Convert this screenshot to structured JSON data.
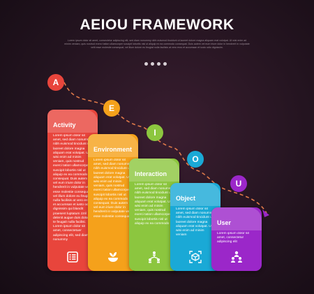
{
  "title": "AEIOU FRAMEWORK",
  "subtitle": "Lorem ipsum dolor sit amet, consectetur adipiscing elit, sed diam nonummy nibh euismod tincidunt ut laoreet dolore magna aliquam erat volutpat. Ut wisi enim ad minim veniam, quis nostrud exerci tation ullamcorper suscipit lobortis nisl ut aliquip ex ea commodo consequat. Duis autem vel eum iriure dolor in hendrerit in vulputate velit esse molestie consequat, vel illum dolore eu feugiat nulla facilisis at vero eros et accumsan et iusto odio dignissim.",
  "steps": [
    {
      "letter": "A",
      "title": "Activity",
      "color": "#e8453c",
      "icon": "list-icon",
      "body": "Lorem ipsum dolor sit amet, sed diam nonummy nibh euismod tincidunt ut laoreet dolore magna aliquam erat volutpat. Ut wisi enim ad minim veniam, quis nostrud exerci tation ullamcorper suscipit lobortis nisl ut aliquip ex ea commodo consequat. Duis autem vel eum iriure dolor in hendrerit in vulputate velit esse molestie consequat, vel illum dolore eu feugiat nulla facilisis at vero eros et accumsan et iusto odio dignissim qui blandit praesent luptatum zzril delenit augue duis dolore te feugait nulla facilisi. Lorem ipsum dolor sit amet, consectetuer adipiscing elit, sed diam nonummy"
    },
    {
      "letter": "E",
      "title": "Environment",
      "color": "#f5a11b",
      "icon": "plant-bowl-icon",
      "body": "Lorem ipsum dolor sit amet, sed diam nonummy nibh euismod tincidunt ut laoreet dolore magna aliquam erat volutpat. Ut wisi enim ad minim veniam, quis nostrud exerci tation ullamcorper suscipit lobortis nisl ut aliquip ex ea commodo consequat. Duis autem vel eum iriure dolor in hendrerit in vulputate velit esse molestie consequat"
    },
    {
      "letter": "I",
      "title": "Interaction",
      "color": "#8cc63f",
      "icon": "network-people-icon",
      "body": "Lorem ipsum dolor sit amet, sed diam nonummy nibh euismod tincidunt ut laoreet dolore magna aliquam erat volutpat. Ut wisi enim ad minim veniam, quis nostrud exerci tation ullamcorper suscipit lobortis nisl ut aliquip ex ea commodo"
    },
    {
      "letter": "O",
      "title": "Object",
      "color": "#1aa9d6",
      "icon": "cube-scan-icon",
      "body": "Lorem ipsum dolor sit amet, sed diam nonummy nibh euismod tincidunt ut laoreet dolore magna aliquam erat volutpat. Ut wisi enim ad minim veniam"
    },
    {
      "letter": "U",
      "title": "User",
      "color": "#9b27c9",
      "icon": "user-group-icon",
      "body": "Lorem ipsum dolor sit amet, consectetur adipiscing elit"
    }
  ]
}
